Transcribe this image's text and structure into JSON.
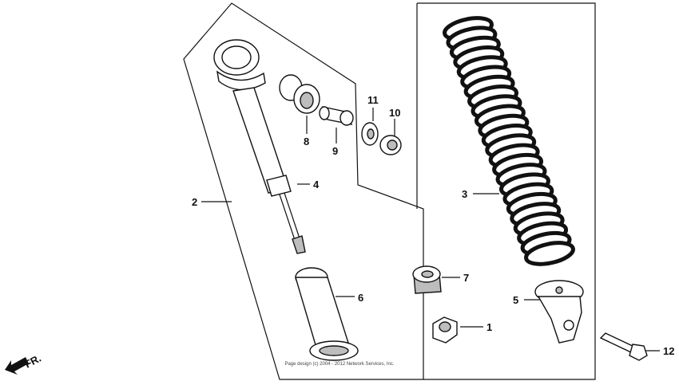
{
  "callouts": {
    "c1": "1",
    "c2": "2",
    "c3": "3",
    "c4": "4",
    "c5": "5",
    "c6": "6",
    "c7": "7",
    "c8": "8",
    "c9": "9",
    "c10": "10",
    "c11": "11",
    "c12": "12"
  },
  "direction_label": "FR.",
  "footer": "Page design (c) 2004 - 2012 Network Services, Inc."
}
